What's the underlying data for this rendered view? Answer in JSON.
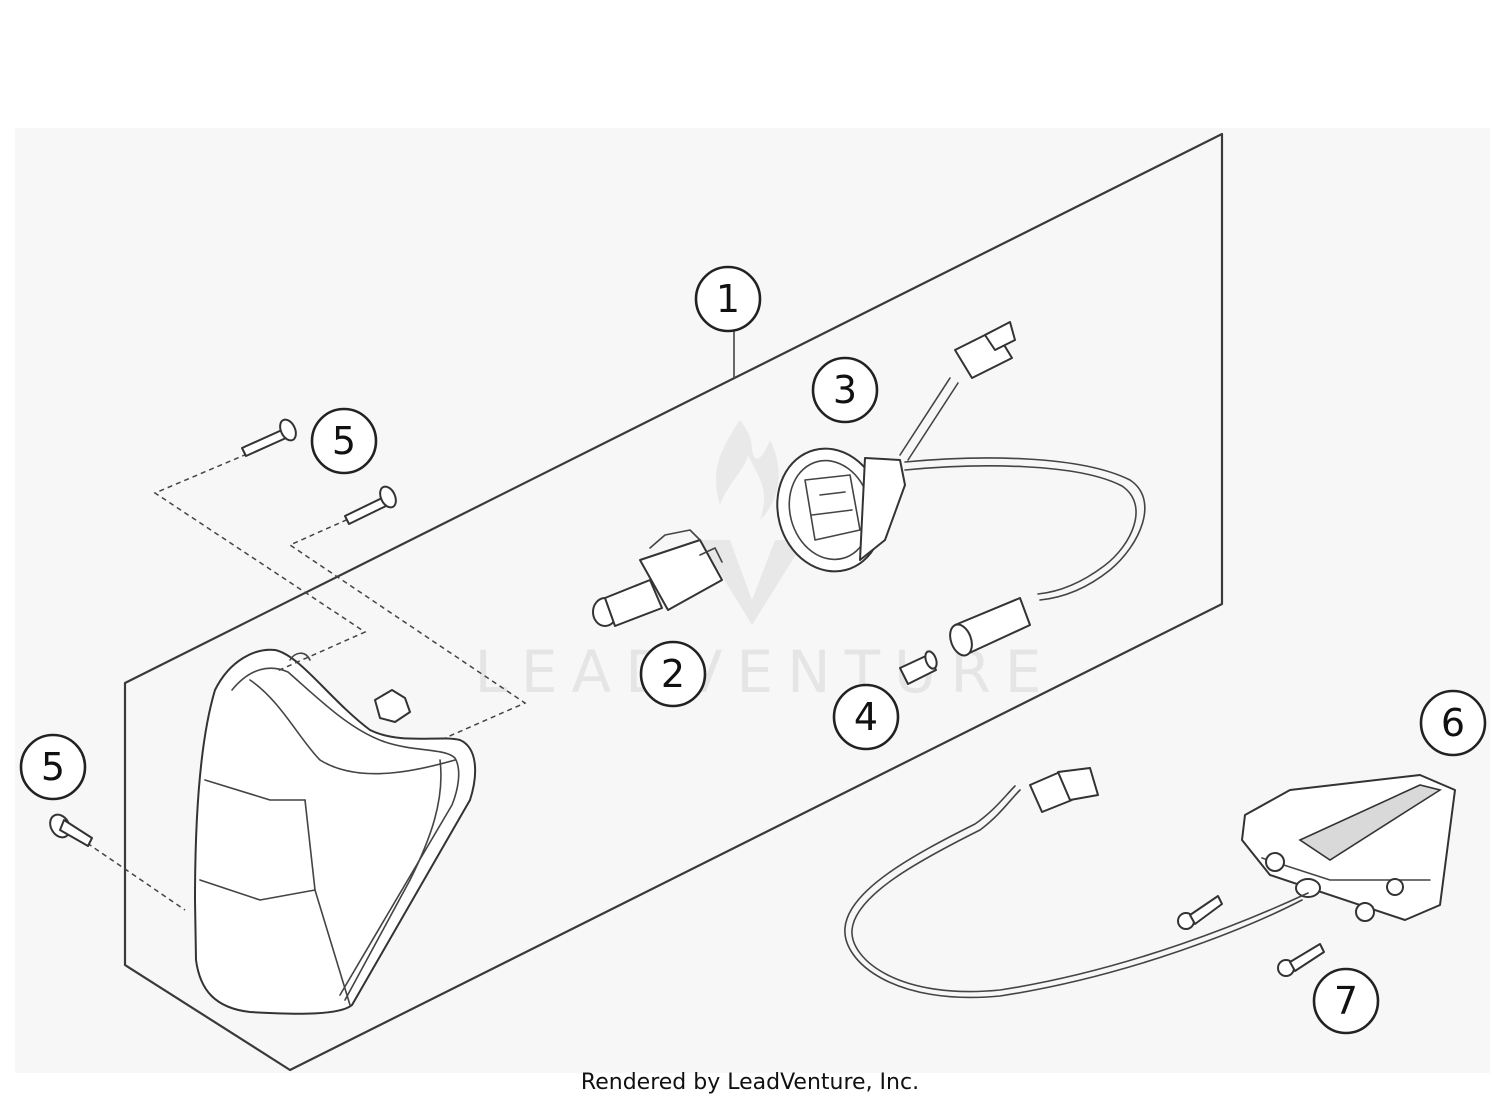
{
  "diagram": {
    "callouts": [
      {
        "id": "1",
        "label": "1"
      },
      {
        "id": "2",
        "label": "2"
      },
      {
        "id": "3",
        "label": "3"
      },
      {
        "id": "4",
        "label": "4"
      },
      {
        "id": "5",
        "label": "5"
      },
      {
        "id": "5b",
        "label": "5"
      },
      {
        "id": "6",
        "label": "6"
      },
      {
        "id": "7",
        "label": "7"
      }
    ],
    "watermark": "LEADVENTURE"
  },
  "footer": {
    "text": "Rendered by LeadVenture, Inc."
  }
}
